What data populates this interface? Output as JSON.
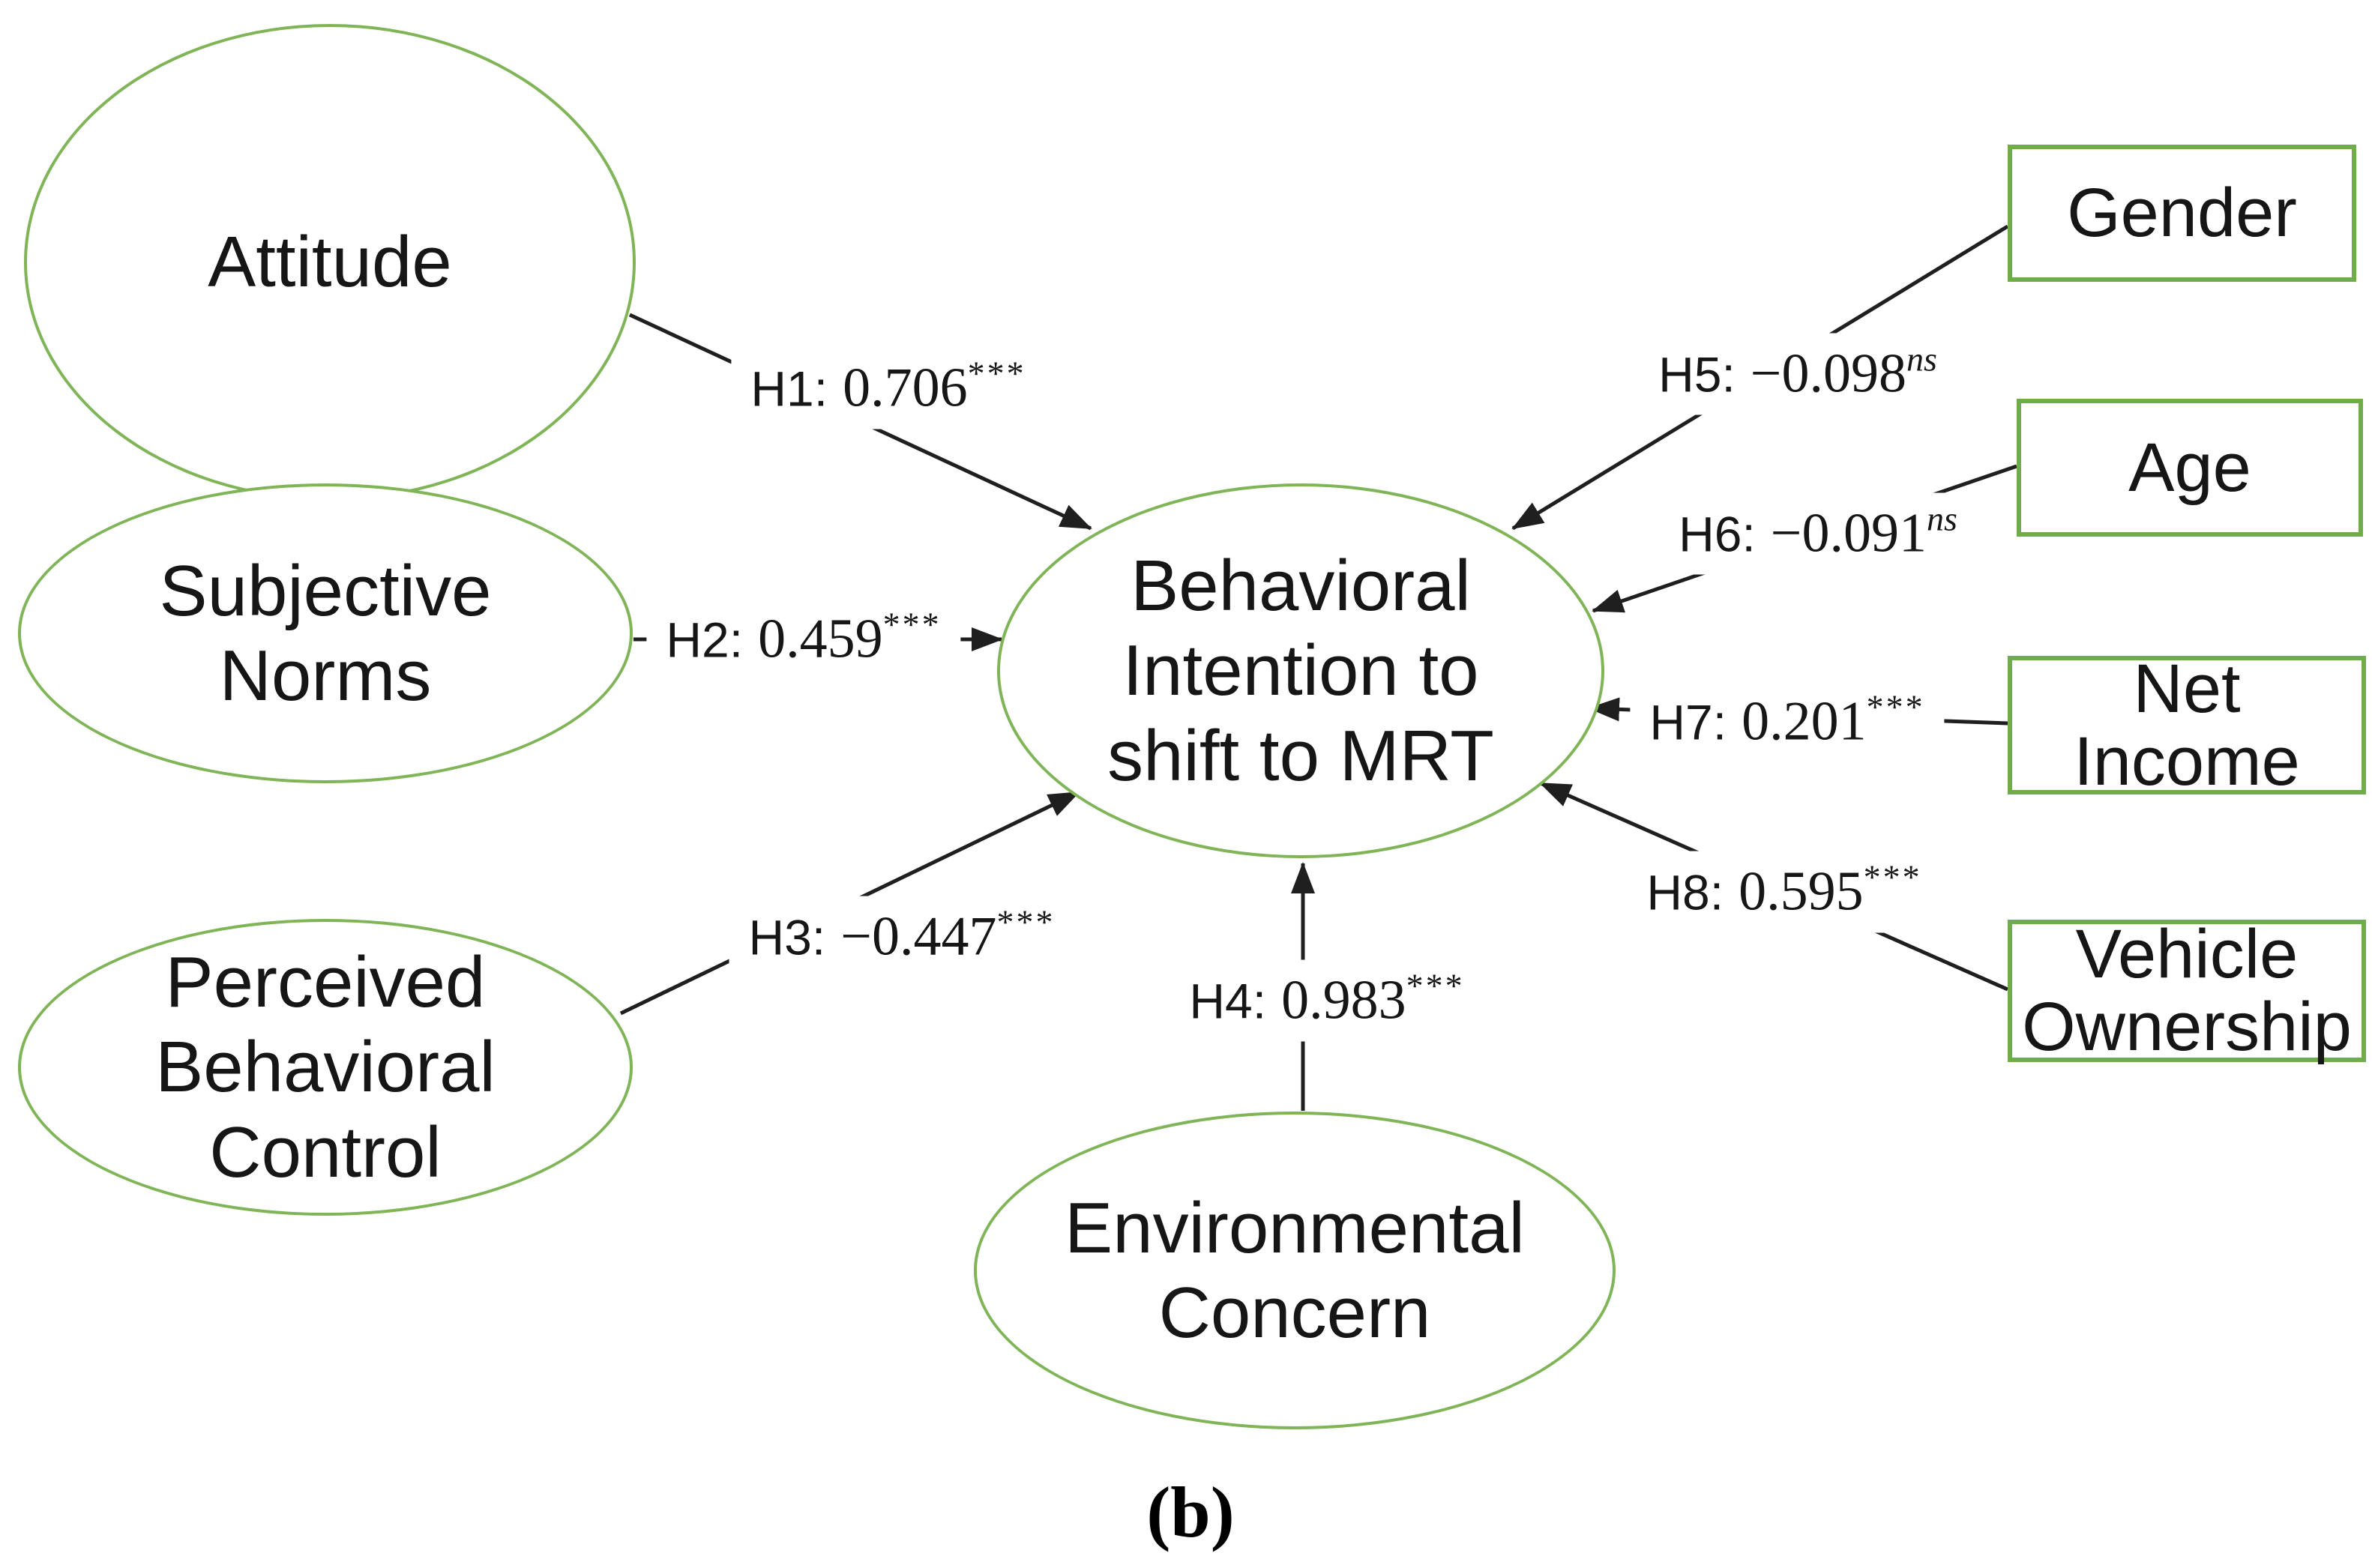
{
  "figure": {
    "caption_label": "(b)",
    "description": "Structural model: predictors of Behavioral Intention to shift to MRT"
  },
  "palette": {
    "node_stroke": "#7fb457",
    "box_stroke": "#6fae47",
    "connector": "#1f1f1f",
    "text": "#161616",
    "background": "#ffffff"
  },
  "constructs": {
    "attitude": {
      "label": "Attitude",
      "shape": "ellipse"
    },
    "subjective_norms": {
      "label": "Subjective\nNorms",
      "shape": "ellipse"
    },
    "perceived_behavioral_control": {
      "label": "Perceived\nBehavioral\nControl",
      "shape": "ellipse"
    },
    "environmental_concern": {
      "label": "Environmental\nConcern",
      "shape": "ellipse"
    },
    "behavioral_intention": {
      "label": "Behavioral\nIntention to\nshift to MRT",
      "shape": "ellipse"
    }
  },
  "covariates": {
    "gender": {
      "label": "Gender",
      "shape": "rectangle"
    },
    "age": {
      "label": "Age",
      "shape": "rectangle"
    },
    "net_income": {
      "label": "Net Income",
      "shape": "rectangle"
    },
    "vehicle_ownership": {
      "label": "Vehicle\nOwnership",
      "shape": "rectangle"
    }
  },
  "hypotheses": [
    {
      "id": "H1",
      "prefix": "H1:",
      "value": "0.706",
      "sig": "***",
      "from": "Attitude",
      "to": "Behavioral Intention to shift to MRT"
    },
    {
      "id": "H2",
      "prefix": "H2:",
      "value": "0.459",
      "sig": "***",
      "from": "Subjective Norms",
      "to": "Behavioral Intention to shift to MRT"
    },
    {
      "id": "H3",
      "prefix": "H3:",
      "value": "−0.447",
      "sig": "***",
      "from": "Perceived Behavioral Control",
      "to": "Behavioral Intention to shift to MRT"
    },
    {
      "id": "H4",
      "prefix": "H4:",
      "value": "0.983",
      "sig": "***",
      "from": "Environmental Concern",
      "to": "Behavioral Intention to shift to MRT"
    },
    {
      "id": "H5",
      "prefix": "H5:",
      "value": "−0.098",
      "sig": "ns",
      "from": "Gender",
      "to": "Behavioral Intention to shift to MRT"
    },
    {
      "id": "H6",
      "prefix": "H6:",
      "value": "−0.091",
      "sig": "ns",
      "from": "Age",
      "to": "Behavioral Intention to shift to MRT"
    },
    {
      "id": "H7",
      "prefix": "H7:",
      "value": "0.201",
      "sig": "***",
      "from": "Net Income",
      "to": "Behavioral Intention to shift to MRT"
    },
    {
      "id": "H8",
      "prefix": "H8:",
      "value": "0.595",
      "sig": "***",
      "from": "Vehicle Ownership",
      "to": "Behavioral Intention to shift to MRT"
    }
  ]
}
